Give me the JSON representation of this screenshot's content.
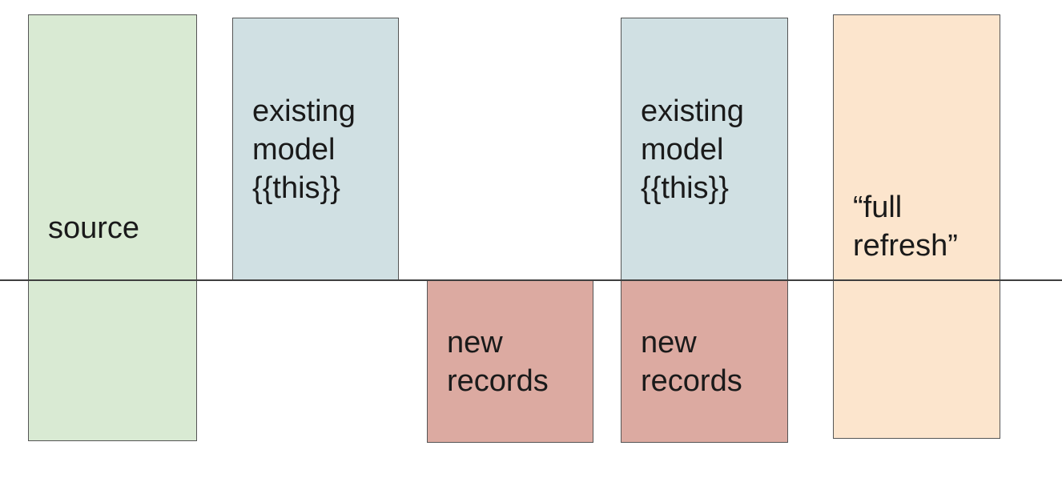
{
  "diagram": {
    "divider": {
      "color": "#3f3f3f"
    },
    "boxes": [
      {
        "id": "source",
        "label": "source",
        "fill": "#d9ead3",
        "border": "#555555"
      },
      {
        "id": "existing-model-left",
        "label": "existing\nmodel\n{{this}}",
        "fill": "#d0e0e3",
        "border": "#555555"
      },
      {
        "id": "new-records-left",
        "label": "new\nrecords",
        "fill": "#dcaaa1",
        "border": "#555555"
      },
      {
        "id": "existing-model-right",
        "label": "existing\nmodel\n{{this}}",
        "fill": "#d0e0e3",
        "border": "#555555"
      },
      {
        "id": "new-records-right",
        "label": "new\nrecords",
        "fill": "#dcaaa1",
        "border": "#555555"
      },
      {
        "id": "full-refresh",
        "label": "“full\nrefresh”",
        "fill": "#fce5cd",
        "border": "#555555"
      }
    ]
  }
}
